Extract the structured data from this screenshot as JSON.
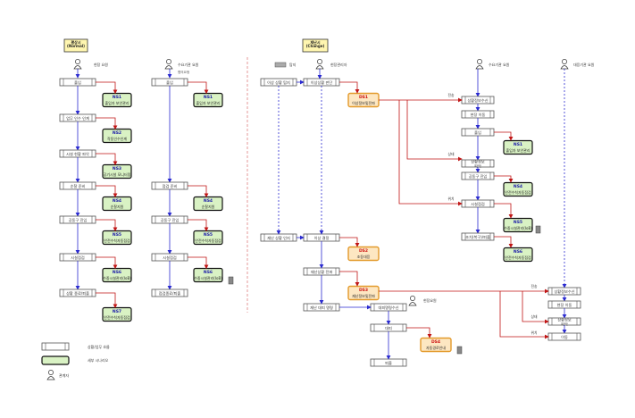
{
  "colors": {
    "process_stroke": "#555555",
    "sub_fill": "#d9f2c4",
    "sub_stroke": "#111111",
    "ds_fill": "#fde7c2",
    "ds_stroke": "#e39a2b",
    "ds_label": "#cc1111",
    "sub_label": "#1a1aa8",
    "arrow_blue": "#2a2ad0",
    "arrow_red": "#c01515",
    "divider": "#e08080",
    "header_fill": "#fff6b0"
  },
  "headers": {
    "normal": "평상시\n(Normal)",
    "change": "재난시\n(Change)"
  },
  "actors": {
    "field_normal": "현장 요원",
    "support_normal": "수요기관 요원",
    "sensor": "탐지",
    "field_manager": "현장관리자",
    "support_change": "수요기관 요원",
    "response_change": "대응기관 요원",
    "field_change": "현장요원"
  },
  "note_order": "협의요청",
  "normal_steps": [
    "출입",
    "업무 인수 인계",
    "시설 현황 파악",
    "순찰 준비",
    "공동구 진입",
    "시설점검",
    "상황 종료/퇴출"
  ],
  "normal_subs": [
    {
      "code": "NS1",
      "name": "출입자 보안관리"
    },
    {
      "code": "NS2",
      "name": "작동인수인계"
    },
    {
      "code": "NS3",
      "name": "공기시설 모니터링"
    },
    {
      "code": "NS4",
      "name": "순찰지원"
    },
    {
      "code": "NS5",
      "name": "안전수칙자동점검"
    },
    {
      "code": "NS6",
      "name": "수중시설관리(IoB)"
    },
    {
      "code": "NS7",
      "name": "안전수칙자동점검"
    }
  ],
  "support_steps": [
    "출입",
    "점검 준비",
    "공동구 진입",
    "시설점검",
    "점검종료/퇴출"
  ],
  "support_subs": [
    {
      "code": "NS1",
      "name": "출입자 보안관리"
    },
    {
      "code": "NS4",
      "name": "순찰지원"
    },
    {
      "code": "NS5",
      "name": "안전수칙자동점검"
    },
    {
      "code": "NS6",
      "name": "수중시설관리(IoB)"
    }
  ],
  "change_steps": {
    "detect": "이상 상황 탐지",
    "confirm": "이상상황 판단",
    "disaster_detect": "재난 상황 인지",
    "decide": "이상 결정",
    "report": "재난상황 전파",
    "command": "재난 대피 명령",
    "receive": "대피명령수신",
    "evacuate": "대피",
    "exit": "퇴출"
  },
  "ds": [
    {
      "code": "DS1",
      "name": "이상정보및전파"
    },
    {
      "code": "DS2",
      "name": "조동대응"
    },
    {
      "code": "DS3",
      "name": "재난정보및전파"
    },
    {
      "code": "DS4",
      "name": "자동경로안내"
    }
  ],
  "labels": {
    "dispatch": "전송",
    "status": "상태",
    "position": "위치"
  },
  "support_change_steps": [
    "상황정보수신",
    "현장 이동",
    "출입",
    "상황정보\n파악",
    "공동구 진입",
    "시설점검",
    "조치(복구)/퇴출"
  ],
  "support_change_subs": [
    {
      "code": "NS1",
      "name": "출입자 보안관리"
    },
    {
      "code": "NS4",
      "name": "안전수칙자동점검"
    },
    {
      "code": "NS5",
      "name": "수중시설관리(IoB)"
    },
    {
      "code": "NS6",
      "name": "안전수칙자동점검"
    }
  ],
  "response_steps": [
    "상황정보수신",
    "현장 이동",
    "상황정보\n파악",
    "이동"
  ],
  "legend": {
    "process": "상황/업무 흐름",
    "sub": "세부 시나리오",
    "actor": "관계자"
  }
}
